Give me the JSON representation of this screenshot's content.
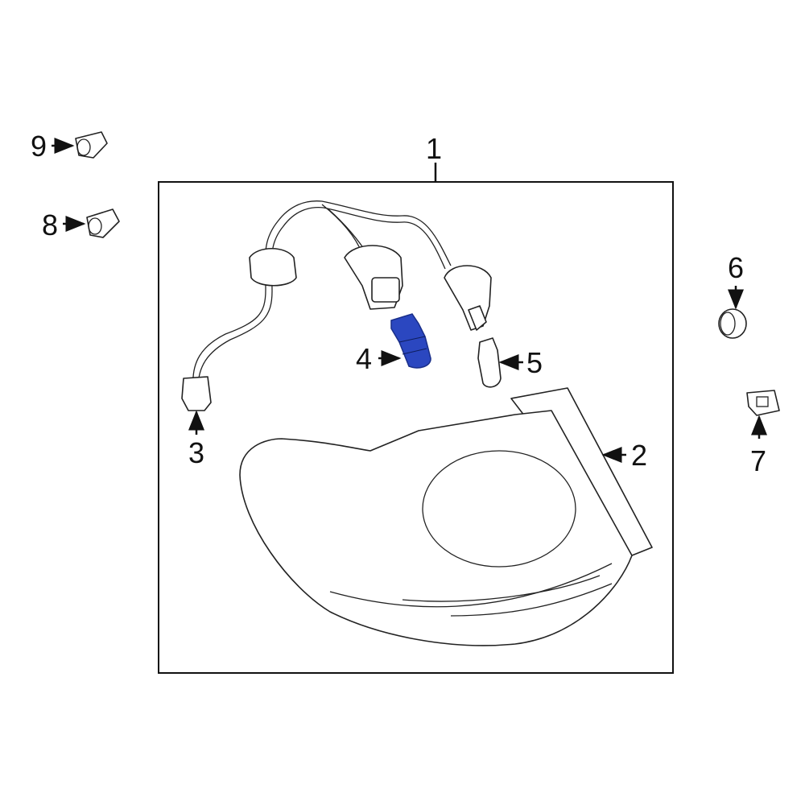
{
  "callouts": [
    "1",
    "2",
    "3",
    "4",
    "5",
    "6",
    "7",
    "8",
    "9"
  ],
  "colors": {
    "highlight": "#2b47c0",
    "line": "#111111",
    "background": "#ffffff"
  },
  "highlighted_part": "4"
}
